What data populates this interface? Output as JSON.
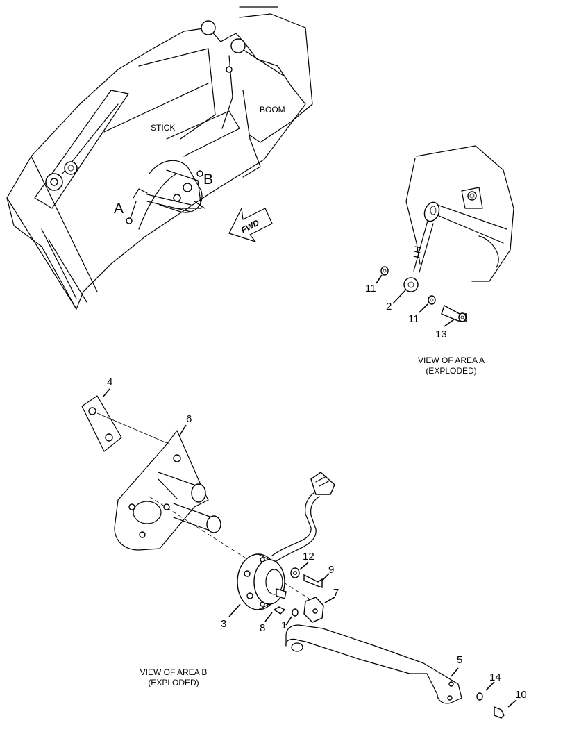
{
  "overview": {
    "stick_label": "STICK",
    "boom_label": "BOOM",
    "area_a_label": "A",
    "area_b_label": "B",
    "fwd_label": "FWD"
  },
  "view_a": {
    "caption_line1": "VIEW OF AREA A",
    "caption_line2": "(EXPLODED)",
    "callouts": [
      "11",
      "2",
      "11",
      "13"
    ]
  },
  "view_b": {
    "caption_line1": "VIEW OF AREA B",
    "caption_line2": "(EXPLODED)",
    "callouts": [
      "4",
      "6",
      "12",
      "9",
      "7",
      "3",
      "8",
      "1",
      "5",
      "14",
      "10"
    ]
  }
}
